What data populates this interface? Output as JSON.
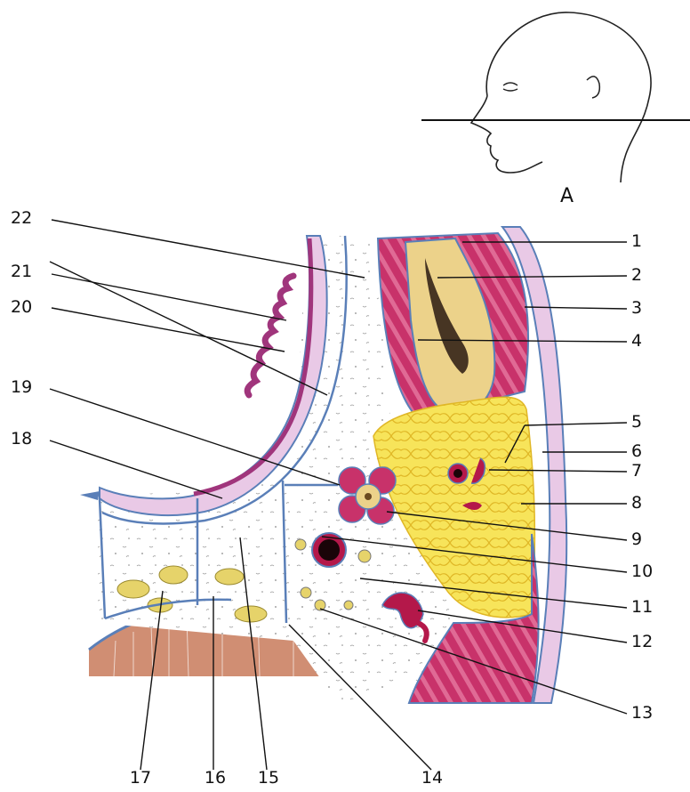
{
  "head_inset": {
    "caption": "A"
  },
  "labels": {
    "n1": "1",
    "n2": "2",
    "n3": "3",
    "n4": "4",
    "n5": "5",
    "n6": "6",
    "n7": "7",
    "n8": "8",
    "n9": "9",
    "n10": "10",
    "n11": "11",
    "n12": "12",
    "n13": "13",
    "n14": "14",
    "n15": "15",
    "n16": "16",
    "n17": "17",
    "n18": "18",
    "n19": "19",
    "n20": "20",
    "n21": "21",
    "n22": "22"
  },
  "colors": {
    "muscle": "#c8326a",
    "muscle_light": "#e06a95",
    "bone": "#ecd28a",
    "marrow": "#2a1a10",
    "fat": "#f7e45a",
    "fat_line": "#e4bf2a",
    "mucosa": "#a0357c",
    "mucosa_light": "#e9c9e6",
    "fascia": "#5a7fb8",
    "vessel": "#1a0408",
    "vessel_rim": "#b4184a",
    "node": "#e6d36a",
    "vertebra": "#c87a5a",
    "ink": "#111111"
  }
}
